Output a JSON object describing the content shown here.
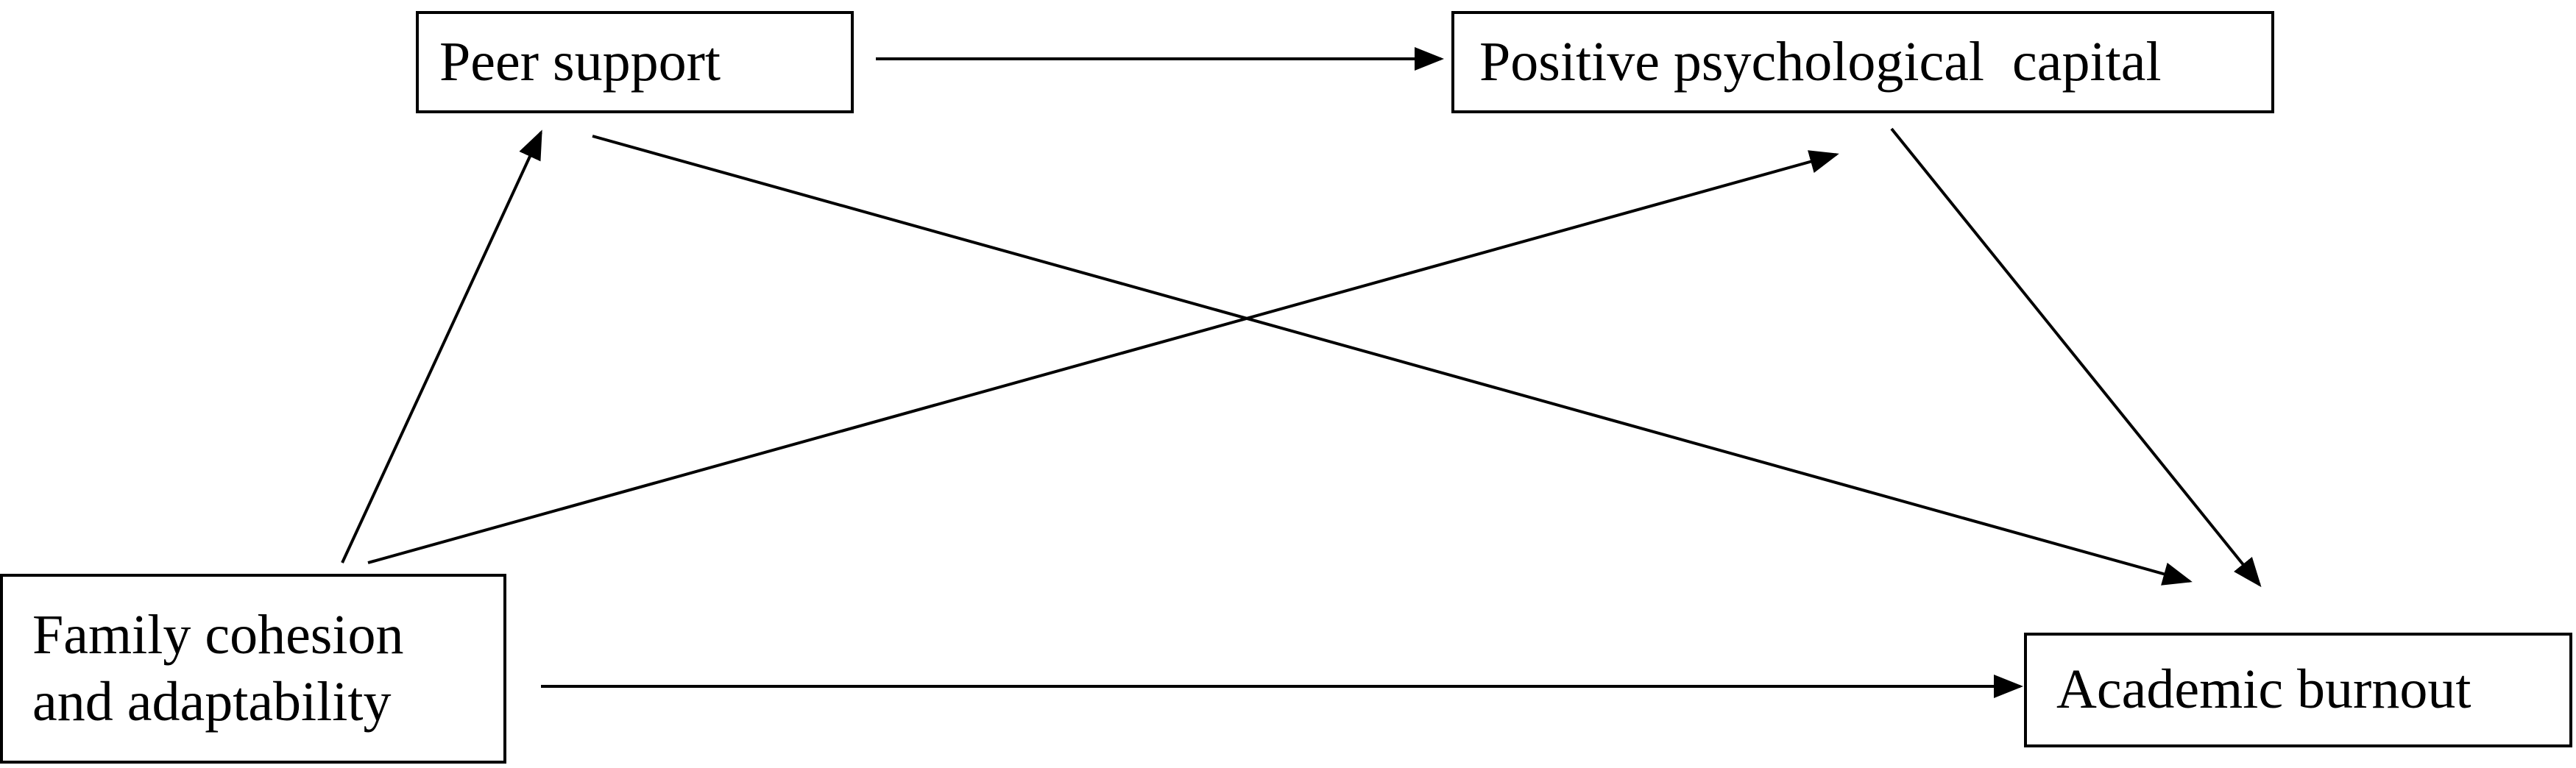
{
  "nodes": {
    "peer_support": "Peer support",
    "positive_psychological_capital": "Positive psychological  capital",
    "family_cohesion_line1": "Family cohesion",
    "family_cohesion_line2": "and adaptability",
    "academic_burnout": "Academic burnout"
  },
  "edges": [
    {
      "from": "Peer support",
      "to": "Positive psychological capital"
    },
    {
      "from": "Family cohesion and adaptability",
      "to": "Peer support"
    },
    {
      "from": "Peer support",
      "to": "Academic burnout"
    },
    {
      "from": "Family cohesion and adaptability",
      "to": "Positive psychological capital"
    },
    {
      "from": "Positive psychological capital",
      "to": "Academic burnout"
    },
    {
      "from": "Family cohesion and adaptability",
      "to": "Academic burnout"
    }
  ],
  "colors": {
    "stroke": "#000000",
    "background": "#ffffff"
  }
}
